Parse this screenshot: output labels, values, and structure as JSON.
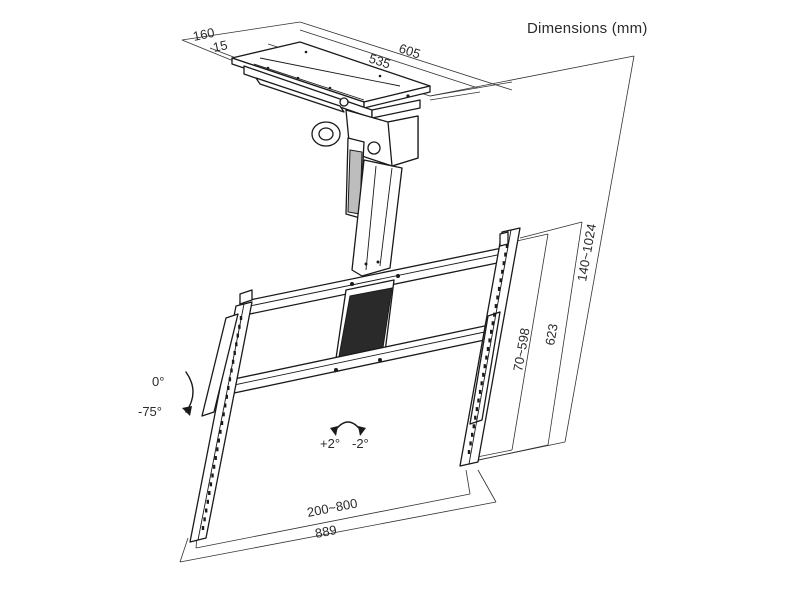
{
  "title": "Dimensions (mm)",
  "dimensions": {
    "plate_depth": "160",
    "plate_offset": "15",
    "plate_width_outer": "605",
    "plate_width_inner": "535",
    "height_range": "140~1024",
    "vesa_height_max": "623",
    "vesa_height_range": "70~598",
    "vesa_width_range": "200~800",
    "vesa_width_max": "889"
  },
  "tilt": {
    "top": "0°",
    "bottom": "-75°"
  },
  "swivel": {
    "left": "+2°",
    "right": "-2°"
  }
}
